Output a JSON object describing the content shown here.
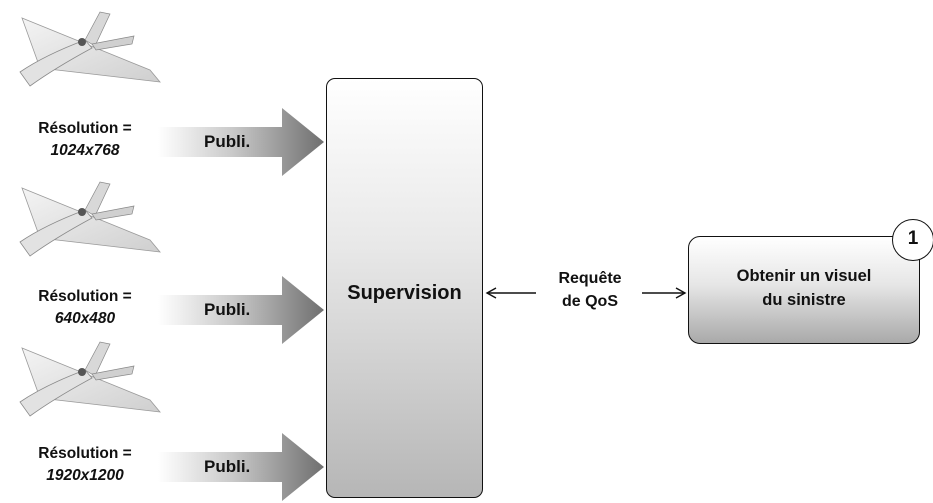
{
  "sources": [
    {
      "resolution_label": "Résolution =",
      "resolution_value": "1024x768",
      "publish_label": "Publi."
    },
    {
      "resolution_label": "Résolution =",
      "resolution_value": "640x480",
      "publish_label": "Publi."
    },
    {
      "resolution_label": "Résolution =",
      "resolution_value": "1920x1200",
      "publish_label": "Publi."
    }
  ],
  "supervision": {
    "label": "Supervision"
  },
  "qos_request": {
    "line1": "Requête",
    "line2": "de QoS"
  },
  "goal": {
    "line1": "Obtenir un visuel",
    "line2": "du sinistre",
    "badge": "1"
  }
}
